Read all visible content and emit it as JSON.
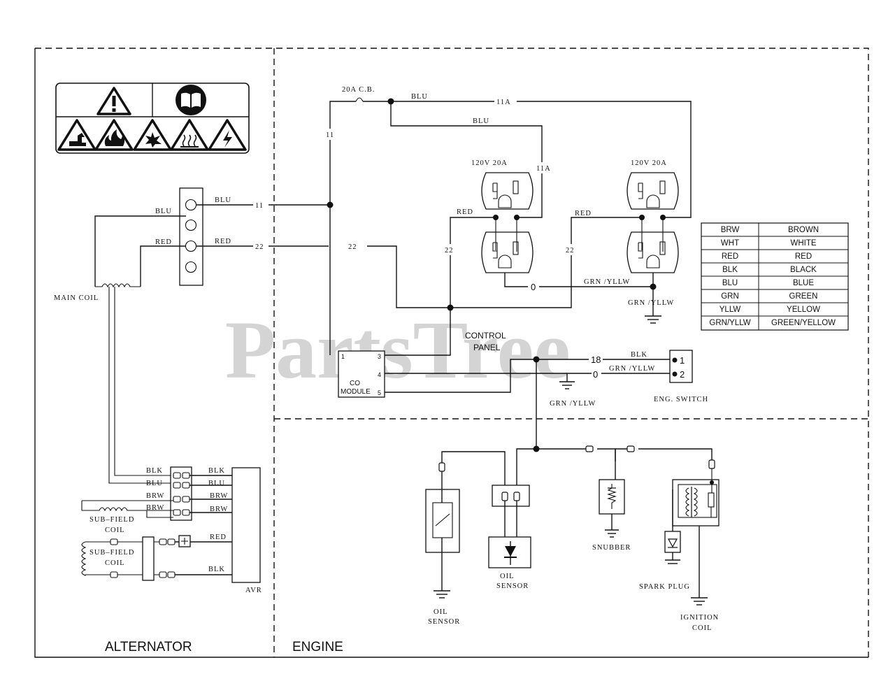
{
  "watermark": "PartsTree",
  "sections": {
    "alternator": "ALTERNATOR",
    "engine": "ENGINE"
  },
  "breaker": {
    "label": "20A C.B."
  },
  "wire_labels": {
    "blu": "BLU",
    "red": "RED",
    "blk": "BLK",
    "brw": "BRW",
    "w11": "11",
    "w11a": "11A",
    "w22": "22",
    "w18": "18",
    "w0": "0",
    "grn_yllw": "GRN /YLLW"
  },
  "receptacles": [
    {
      "rating": "120V 20A"
    },
    {
      "rating": "120V 20A"
    }
  ],
  "components": {
    "main_coil": "MAIN COIL",
    "sub_field_coil_1": "SUB–FIELD COIL",
    "sub_field_coil_2": "SUB–FIELD COIL",
    "avr": "AVR",
    "control_panel": "CONTROL PANEL",
    "co_module": "CO MODULE",
    "co_pins": {
      "p1": "1",
      "p3": "3",
      "p4": "4",
      "p5": "5"
    },
    "eng_switch": "ENG. SWITCH",
    "eng_switch_pins": {
      "p1": "1",
      "p2": "2"
    },
    "oil_sensor_1": "OIL SENSOR",
    "oil_sensor_2": "OIL SENSOR",
    "snubber": "SNUBBER",
    "spark_plug": "SPARK PLUG",
    "ignition_coil": "IGNITION COIL"
  },
  "legend": [
    {
      "code": "BRW",
      "color": "BROWN"
    },
    {
      "code": "WHT",
      "color": "WHITE"
    },
    {
      "code": "RED",
      "color": "RED"
    },
    {
      "code": "BLK",
      "color": "BLACK"
    },
    {
      "code": "BLU",
      "color": "BLUE"
    },
    {
      "code": "GRN",
      "color": "GREEN"
    },
    {
      "code": "YLLW",
      "color": "YELLOW"
    },
    {
      "code": "GRN/YLLW",
      "color": "GREEN/YELLOW"
    }
  ],
  "warning_icons": [
    "warning-triangle-icon",
    "read-manual-icon",
    "toxic-fumes-icon",
    "fire-icon",
    "explosion-icon",
    "hot-surface-icon",
    "electric-shock-icon"
  ]
}
